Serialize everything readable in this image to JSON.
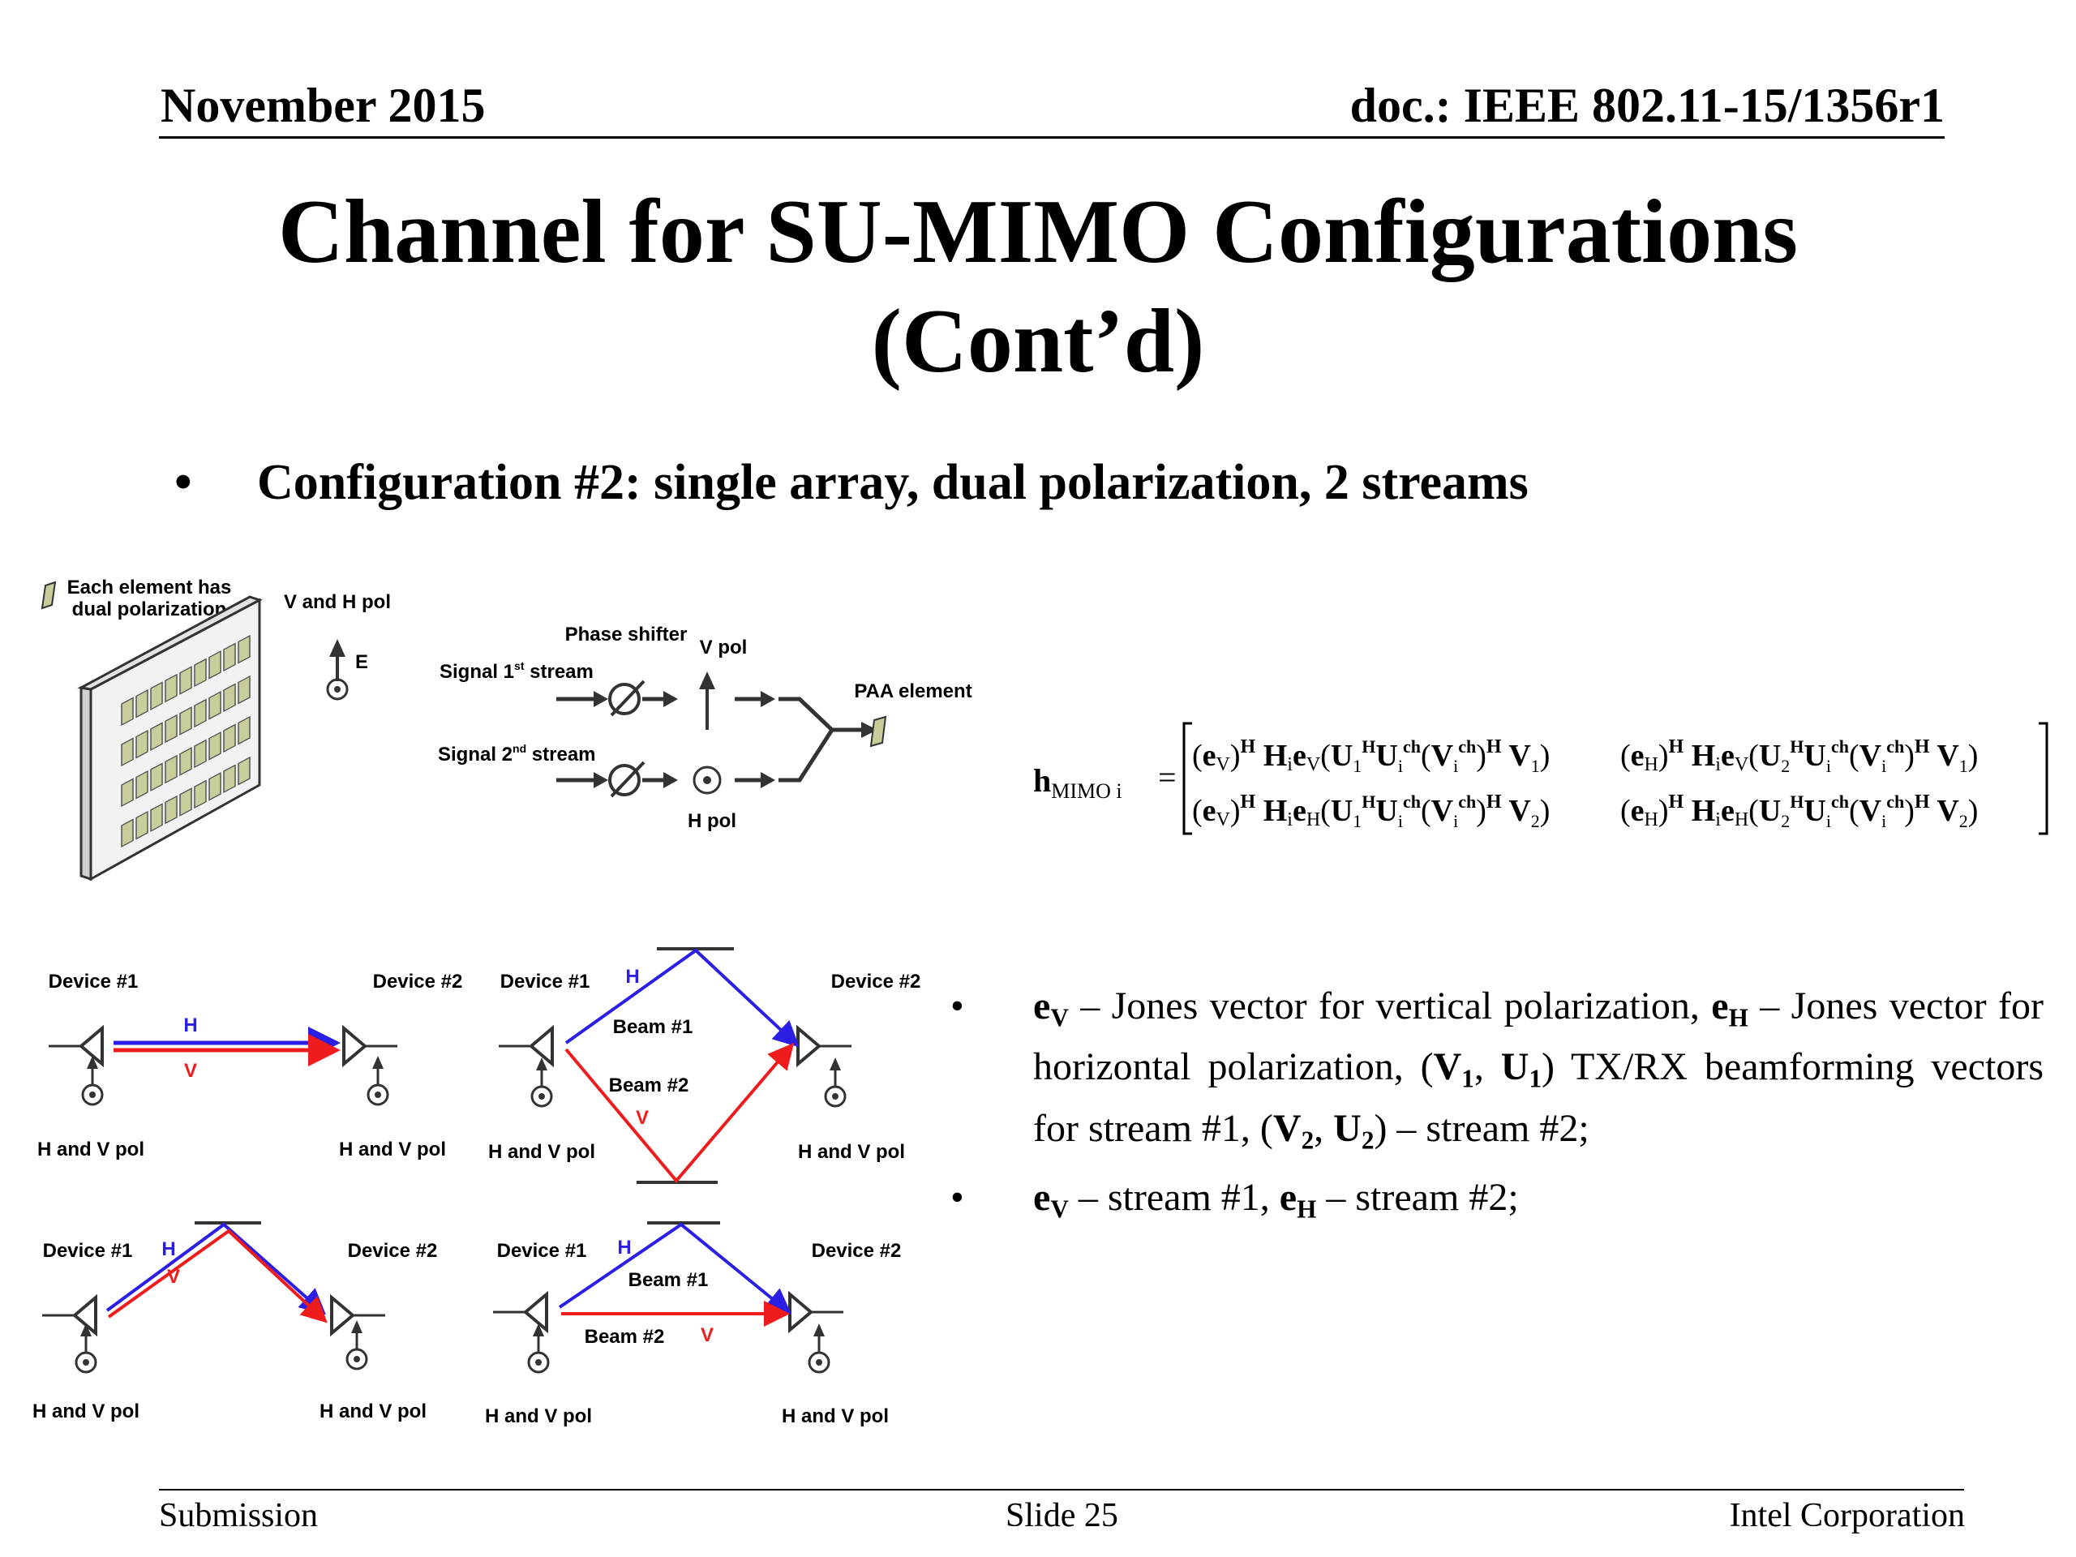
{
  "header": {
    "date": "November 2015",
    "doc": "doc.: IEEE 802.11-15/1356r1"
  },
  "title": {
    "line1": "Channel for SU-MIMO Configurations",
    "line2": "(Cont’d)"
  },
  "bullet": "Configuration #2: single array, dual polarization, 2 streams",
  "array_diagram": {
    "element_note_1": "Each element has",
    "element_note_2": "dual polarization",
    "pol_note": "V and H pol",
    "e_label": "E"
  },
  "chain_diagram": {
    "phase_shifter": "Phase shifter",
    "v_pol": "V pol",
    "h_pol": "H pol",
    "signal1": "Signal 1",
    "signal1_sup": "st",
    "signal2": "Signal 2",
    "signal2_sup": "nd",
    "stream": " stream",
    "paa": "PAA element"
  },
  "scenarios": {
    "device1": "Device #1",
    "device2": "Device #2",
    "hv": "H and V pol",
    "h": "H",
    "v": "V",
    "beam1": "Beam #1",
    "beam2": "Beam #2"
  },
  "equation": {
    "lhs": "h",
    "lhs_sub": "MIMO i",
    "eq": "="
  },
  "notes": {
    "n1_ev": "e",
    "n1_ev_sub": "V",
    "n1_a": " – Jones vector for vertical polarization, ",
    "n1_eh": "e",
    "n1_eh_sub": "H",
    "n1_b": " – Jones vector for horizontal polarization, (",
    "n1_v1": "V",
    "n1_v1_sub": "1",
    "n1_c": ", ",
    "n1_u1": "U",
    "n1_u1_sub": "1",
    "n1_d": ") TX/RX beamforming vectors for stream #1, (",
    "n1_v2": "V",
    "n1_v2_sub": "2",
    "n1_e": ", ",
    "n1_u2": "U",
    "n1_u2_sub": "2",
    "n1_f": ") – stream #2;",
    "n2_ev": "e",
    "n2_ev_sub": "V",
    "n2_a": " – stream #1, ",
    "n2_eh": "e",
    "n2_eh_sub": "H",
    "n2_b": " – stream #2;"
  },
  "footer": {
    "left": "Submission",
    "center": "Slide 25",
    "right": "Intel Corporation"
  },
  "colors": {
    "h_beam": "#2b1fe6",
    "v_beam": "#ee1c1c"
  }
}
